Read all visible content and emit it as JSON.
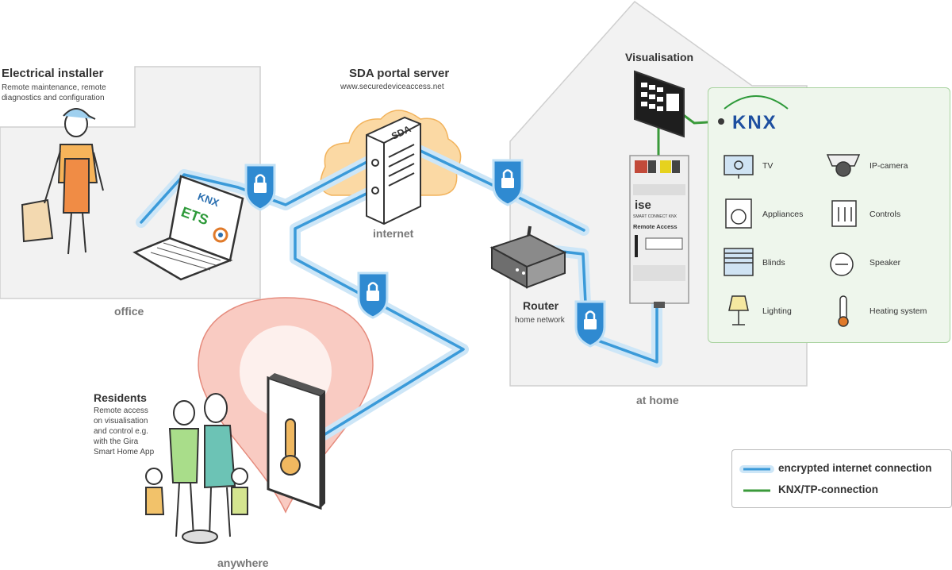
{
  "installer": {
    "title": "Electrical installer",
    "desc_line1": "Remote maintenance, remote",
    "desc_line2": "diagnostics and configuration",
    "location": "office"
  },
  "laptop": {
    "brand": "KNX",
    "software": "ETS"
  },
  "portal": {
    "title": "SDA portal server",
    "url": "www.securedeviceaccess.net",
    "server_label": "SDA",
    "network": "internet"
  },
  "router": {
    "title": "Router",
    "subtitle": "home network"
  },
  "home": {
    "visualisation": "Visualisation",
    "location": "at home",
    "module": {
      "brand": "ise",
      "line1": "SMART CONNECT KNX",
      "line2": "Remote Access"
    }
  },
  "knx_panel": {
    "logo": "KNX",
    "devices": [
      {
        "label": "TV",
        "icon": "tv-icon"
      },
      {
        "label": "IP-camera",
        "icon": "camera-icon"
      },
      {
        "label": "Appliances",
        "icon": "washing-machine-icon"
      },
      {
        "label": "Controls",
        "icon": "controls-icon"
      },
      {
        "label": "Blinds",
        "icon": "blinds-icon"
      },
      {
        "label": "Speaker",
        "icon": "speaker-icon"
      },
      {
        "label": "Lighting",
        "icon": "lamp-icon"
      },
      {
        "label": "Heating system",
        "icon": "thermometer-icon"
      }
    ]
  },
  "residents": {
    "title": "Residents",
    "desc": [
      "Remote access",
      "on visualisation",
      "and control e.g.",
      "with the Gira",
      "Smart Home App"
    ],
    "location": "anywhere"
  },
  "legend": {
    "encrypted": "encrypted internet connection",
    "knx": "KNX/TP-connection"
  },
  "colors": {
    "encrypted": "#3a9ad9",
    "knx": "#3a9a3a",
    "panel_bg": "#eef6ec",
    "panel_border": "#a9d3a0"
  }
}
